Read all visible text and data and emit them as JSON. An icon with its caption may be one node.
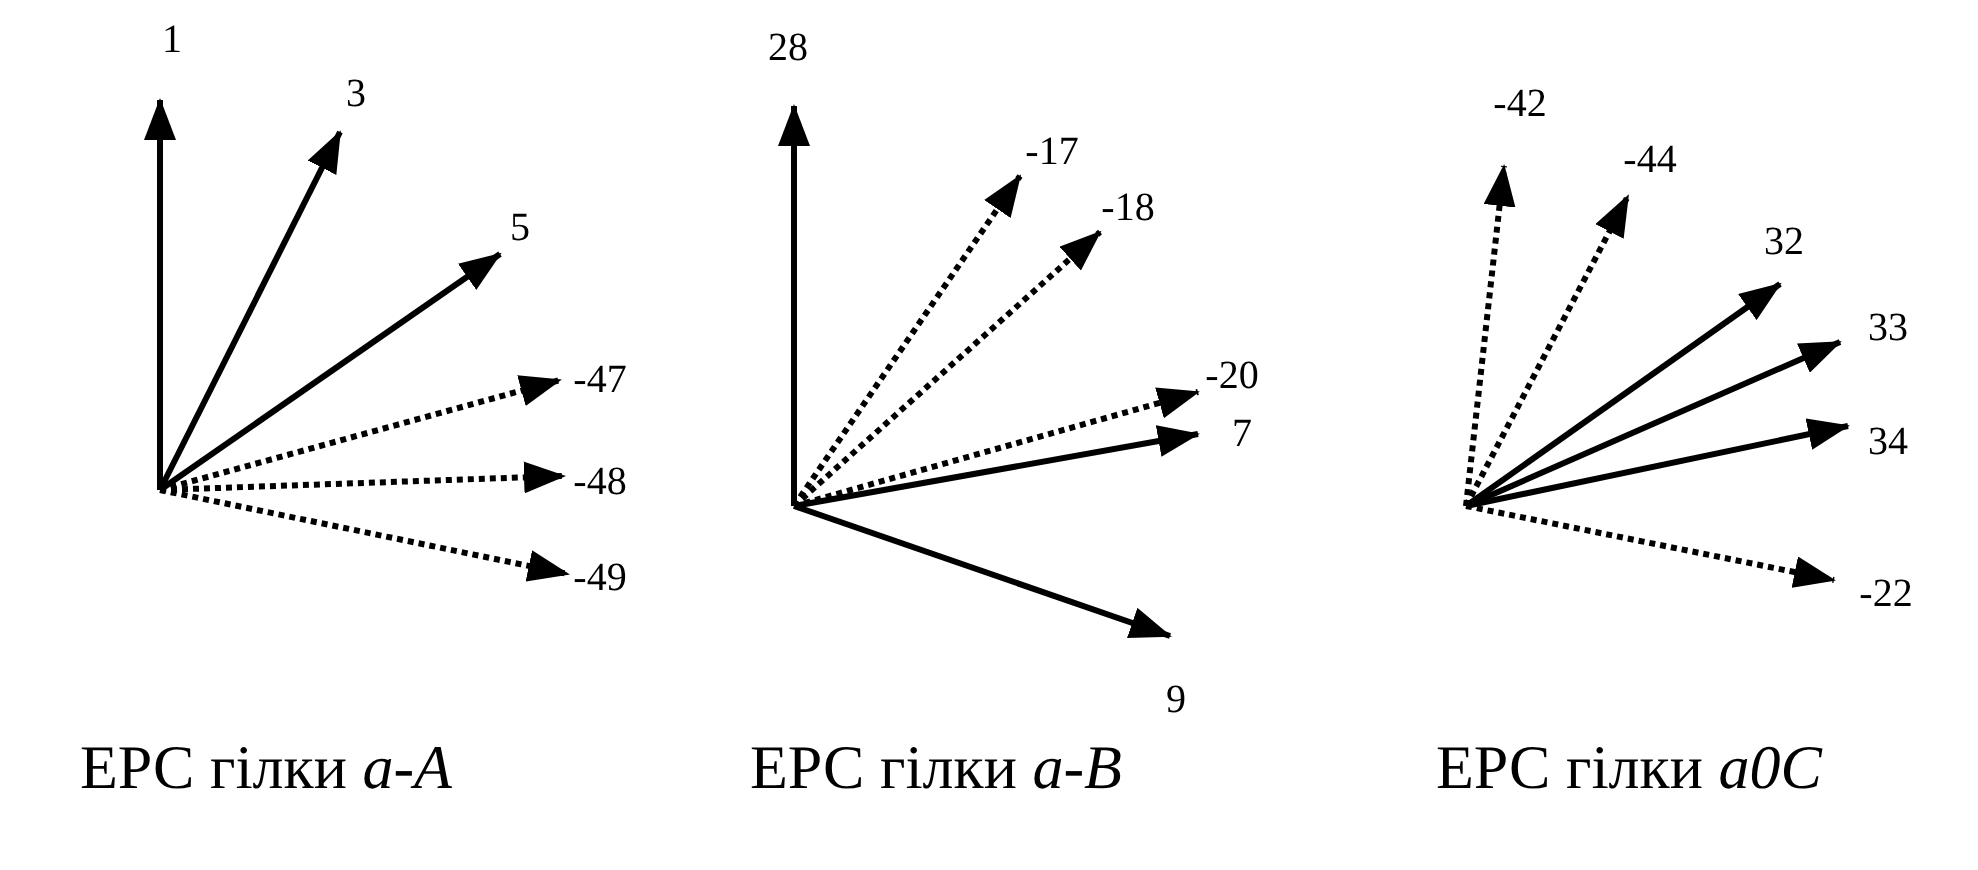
{
  "diagram": {
    "nodes": [
      {
        "text": [
          "1"
        ]
      },
      {
        "text": [
          "3"
        ]
      },
      {
        "text": [
          "5"
        ]
      },
      {
        "text": [
          "-47"
        ]
      },
      {
        "text": [
          "-48"
        ]
      },
      {
        "text": [
          "-49"
        ]
      },
      {
        "text": [
          "28"
        ]
      },
      {
        "text": [
          "-17"
        ]
      },
      {
        "text": [
          "-18"
        ]
      },
      {
        "text": [
          "-20"
        ]
      },
      {
        "text": [
          "7"
        ]
      },
      {
        "text": [
          "9"
        ]
      },
      {
        "text": [
          "-42"
        ]
      },
      {
        "text": [
          "-44"
        ]
      },
      {
        "text": [
          "32"
        ]
      },
      {
        "text": [
          "33"
        ]
      },
      {
        "text": [
          "34"
        ]
      },
      {
        "text": [
          "-22"
        ]
      }
    ],
    "edges": [
      {
        "from": null,
        "to": 0,
        "arrow": "to"
      },
      {
        "from": null,
        "to": 1,
        "arrow": "to"
      },
      {
        "from": null,
        "to": 2,
        "arrow": "to"
      },
      {
        "from": null,
        "to": 3,
        "arrow": "to",
        "style": "dashed"
      },
      {
        "from": null,
        "to": 4,
        "arrow": "to",
        "style": "dashed"
      },
      {
        "from": null,
        "to": 5,
        "arrow": "to",
        "style": "dashed"
      },
      {
        "from": null,
        "to": 6,
        "arrow": "to"
      },
      {
        "from": null,
        "to": 7,
        "arrow": "to",
        "style": "dashed"
      },
      {
        "from": null,
        "to": 8,
        "arrow": "to",
        "style": "dashed"
      },
      {
        "from": null,
        "to": 9,
        "arrow": "to",
        "style": "dashed"
      },
      {
        "from": null,
        "to": 10,
        "arrow": "to"
      },
      {
        "from": null,
        "to": 11,
        "arrow": "to"
      },
      {
        "from": null,
        "to": 12,
        "arrow": "to",
        "style": "dashed"
      },
      {
        "from": null,
        "to": 13,
        "arrow": "to",
        "style": "dashed"
      },
      {
        "from": null,
        "to": 14,
        "arrow": "to"
      },
      {
        "from": null,
        "to": 15,
        "arrow": "to"
      },
      {
        "from": null,
        "to": 16,
        "arrow": "to"
      },
      {
        "from": null,
        "to": 17,
        "arrow": "to",
        "style": "dashed"
      }
    ],
    "labels": [
      "ЕРС гілки *a-A*",
      "ЕРС гілки *a-B*",
      "ЕРС гілки *a0C*"
    ]
  }
}
